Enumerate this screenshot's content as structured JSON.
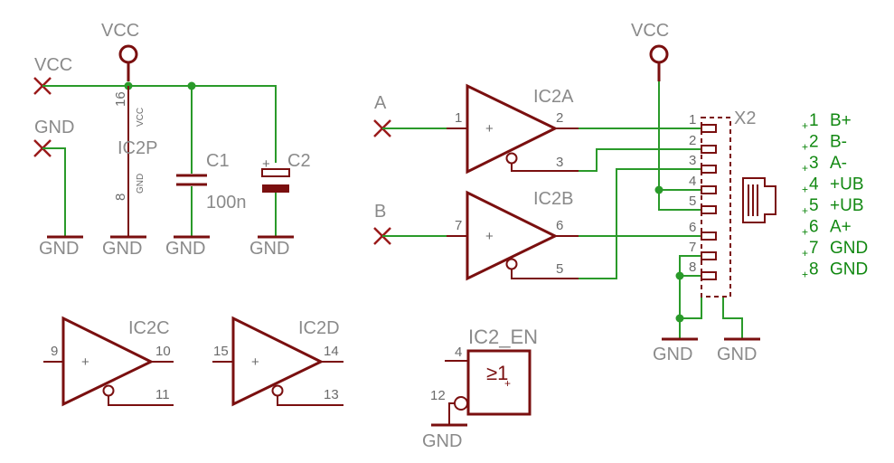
{
  "power": {
    "vcc": "VCC",
    "gnd": "GND"
  },
  "ic2p": {
    "name": "IC2P",
    "pin_vcc": "16",
    "pin_gnd": "8",
    "vcc_tag": "VCC",
    "gnd_tag": "GND"
  },
  "c1": {
    "name": "C1",
    "value": "100n"
  },
  "c2": {
    "name": "C2"
  },
  "ic2a": {
    "name": "IC2A",
    "in_label": "A",
    "pin_in": "1",
    "pin_out": "2",
    "pin_inv": "3"
  },
  "ic2b": {
    "name": "IC2B",
    "in_label": "B",
    "pin_in": "7",
    "pin_out": "6",
    "pin_inv": "5"
  },
  "ic2c": {
    "name": "IC2C",
    "pin_in": "9",
    "pin_out": "10",
    "pin_inv": "11"
  },
  "ic2d": {
    "name": "IC2D",
    "pin_in": "15",
    "pin_out": "14",
    "pin_inv": "13"
  },
  "ic2en": {
    "name": "IC2_EN",
    "pin_top": "4",
    "pin_bot": "12",
    "symbol": "≥1"
  },
  "plus": "+",
  "x2": {
    "name": "X2",
    "pins": [
      "1",
      "2",
      "3",
      "4",
      "5",
      "6",
      "7",
      "8"
    ],
    "legend": [
      {
        "num": "1",
        "sig": "B+"
      },
      {
        "num": "2",
        "sig": "B-"
      },
      {
        "num": "3",
        "sig": "A-"
      },
      {
        "num": "4",
        "sig": "+UB"
      },
      {
        "num": "5",
        "sig": "+UB"
      },
      {
        "num": "6",
        "sig": "A+"
      },
      {
        "num": "7",
        "sig": "GND"
      },
      {
        "num": "8",
        "sig": "GND"
      }
    ]
  }
}
